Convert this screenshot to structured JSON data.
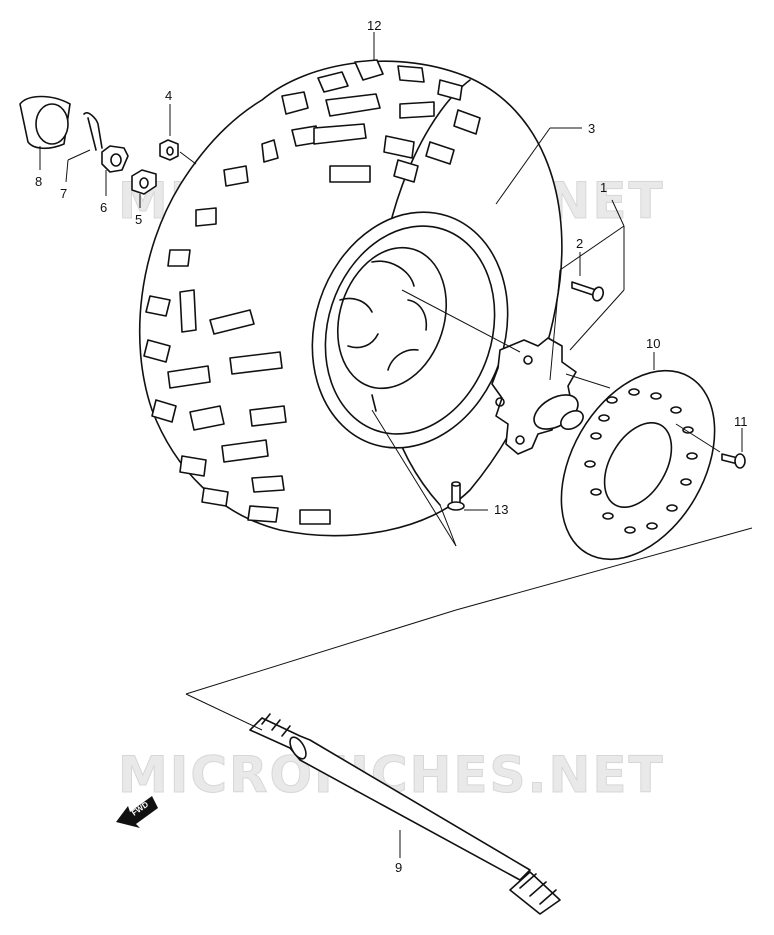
{
  "watermarks": [
    "MICROFICHES.NET",
    "MICROFICHES.NET"
  ],
  "fwd_label": "FWD",
  "callouts": {
    "c1": "1",
    "c2": "2",
    "c3": "3",
    "c4": "4",
    "c5": "5",
    "c6": "6",
    "c7": "7",
    "c8": "8",
    "c9": "9",
    "c10": "10",
    "c11": "11",
    "c12": "12",
    "c13": "13"
  },
  "colors": {
    "ink": "#111111",
    "watermark": "#e0e0e0",
    "background": "#ffffff"
  }
}
